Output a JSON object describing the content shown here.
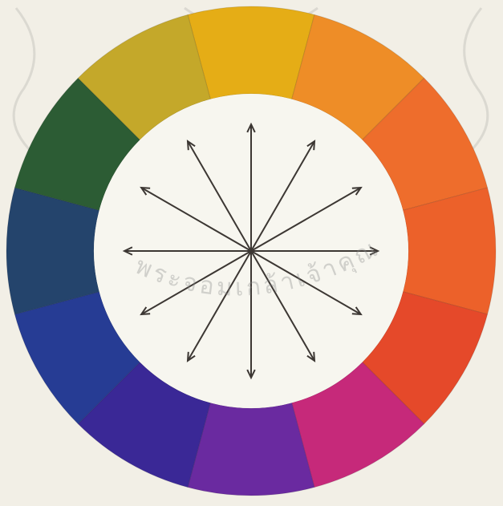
{
  "image": {
    "subject": "twelve-part color wheel",
    "segment_colors": [
      "#e5ad16",
      "#ee8d27",
      "#ee6d2c",
      "#ec612a",
      "#e5492a",
      "#c6297a",
      "#6a2aa0",
      "#3a2896",
      "#263c94",
      "#24446c",
      "#2c5c34",
      "#c4a82a"
    ],
    "paper_color": "#f2efe6",
    "inner_disc_color": "#f7f6ef",
    "arrow_color": "#3c3733",
    "arrow_count": 12
  },
  "watermark": {
    "text": "พระจอมเกล้าเจ้าคุณ"
  }
}
